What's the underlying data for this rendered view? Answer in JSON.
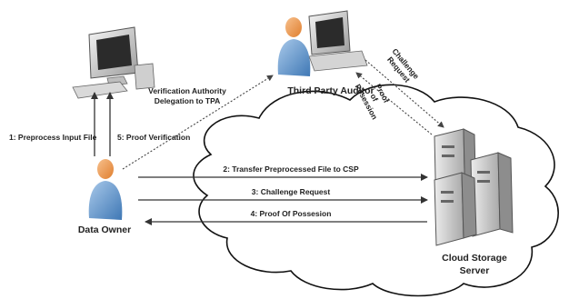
{
  "nodes": {
    "third_party_auditor": "Third Party Auditor",
    "data_owner": "Data Owner",
    "cloud_server_line1": "Cloud Storage",
    "cloud_server_line2": "Server"
  },
  "edges": {
    "delegation_line1": "Verification Authority",
    "delegation_line2": "Delegation to TPA",
    "preprocess": "1: Preprocess Input File",
    "proof_verification": "5: Proof Verification",
    "transfer": "2: Transfer Preprocessed File to CSP",
    "challenge_request": "3: Challenge Request",
    "proof_possession": "4: Proof Of Possesion",
    "tpa_challenge_line1": "Challenge",
    "tpa_challenge_line2": "Request",
    "tpa_proof_line1": "Proof",
    "tpa_proof_line2": "of",
    "tpa_proof_line3": "Posession"
  },
  "colors": {
    "person_skin": "#f3a15c",
    "person_body": "#6e9fcf",
    "computer": "#d8d8d8",
    "server": "#cfcfcf",
    "line": "#333333"
  },
  "icons": [
    "computer-icon",
    "person-icon",
    "server-icon",
    "cloud-shape"
  ]
}
